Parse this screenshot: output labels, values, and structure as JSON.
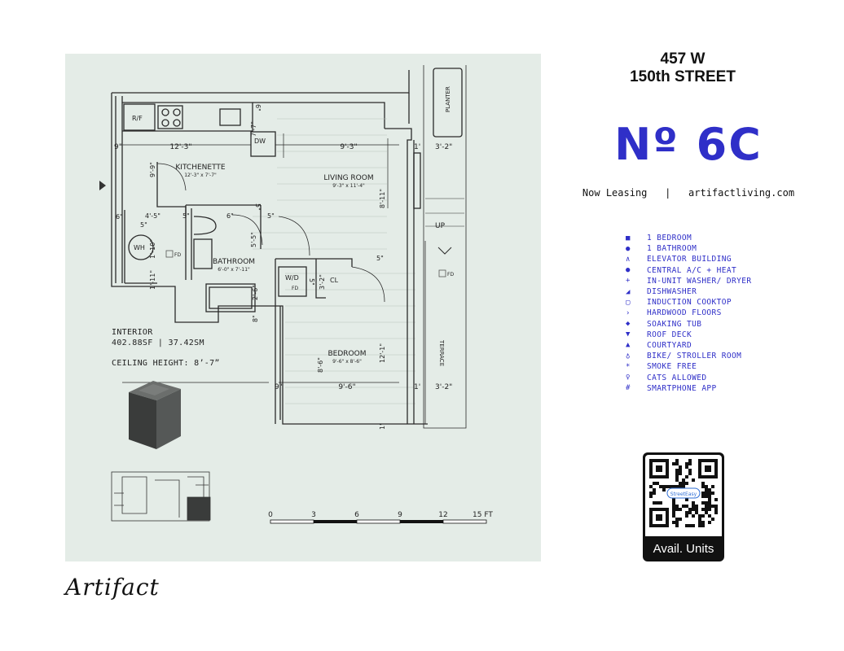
{
  "address": {
    "line1": "457 W",
    "line2": "150th STREET"
  },
  "unit": "Nº 6C",
  "leasing": {
    "status": "Now Leasing",
    "separator": "|",
    "website": "artifactliving.com"
  },
  "amenities": [
    {
      "icon": "square-icon",
      "glyph": "■",
      "label": "1 BEDROOM"
    },
    {
      "icon": "drop-icon",
      "glyph": "●",
      "label": "1 BATHROOM"
    },
    {
      "icon": "caret-up-icon",
      "glyph": "∧",
      "label": "ELEVATOR BUILDING"
    },
    {
      "icon": "circle-icon",
      "glyph": "●",
      "label": "CENTRAL A/C + HEAT"
    },
    {
      "icon": "plus-icon",
      "glyph": "+",
      "label": "IN-UNIT WASHER/ DRYER"
    },
    {
      "icon": "wedge-icon",
      "glyph": "◢",
      "label": "DISHWASHER"
    },
    {
      "icon": "hollow-square-icon",
      "glyph": "▢",
      "label": "INDUCTION COOKTOP"
    },
    {
      "icon": "chevron-right-icon",
      "glyph": "›",
      "label": "HARDWOOD FLOORS"
    },
    {
      "icon": "diamond-icon",
      "glyph": "◆",
      "label": "SOAKING TUB"
    },
    {
      "icon": "trapezoid-icon",
      "glyph": "▼",
      "label": "ROOF DECK"
    },
    {
      "icon": "triangle-icon",
      "glyph": "▲",
      "label": "COURTYARD"
    },
    {
      "icon": "bike-icon",
      "glyph": "♁",
      "label": "BIKE/ STROLLER ROOM"
    },
    {
      "icon": "asterisk-icon",
      "glyph": "*",
      "label": "SMOKE FREE"
    },
    {
      "icon": "cat-icon",
      "glyph": "♀",
      "label": "CATS ALLOWED"
    },
    {
      "icon": "hash-icon",
      "glyph": "#",
      "label": "SMARTPHONE APP"
    }
  ],
  "interior": {
    "label": "INTERIOR",
    "area": "402.88SF | 37.42SM",
    "ceiling": "CEILING HEIGHT: 8’-7”"
  },
  "brand": "Artifact",
  "qr": {
    "caption": "Avail. Units",
    "badge": "StreetEasy"
  },
  "plan": {
    "rooms": {
      "kitchenette": {
        "name": "KITCHENETTE",
        "size": "12'-3\" x 7'-7\""
      },
      "living": {
        "name": "LIVING ROOM",
        "size": "9'-3\" x 11'-4\""
      },
      "bathroom": {
        "name": "BATHROOM",
        "size": "6'-0\" x 7'-11\""
      },
      "bedroom": {
        "name": "BEDROOM",
        "size": "9'-6\" x 8'-6\""
      }
    },
    "labels": {
      "rf": "R/F",
      "dw": "DW",
      "wh": "WH",
      "wd": "W/D",
      "cl": "CL",
      "up": "UP",
      "planter": "PLANTER",
      "terrace": "TERRACE",
      "fd": "FD"
    },
    "dims": {
      "d_12_3": "12'-3\"",
      "d_9_3": "9'-3\"",
      "d_9_9": "9'-9\"",
      "d_7_7": "7'-7\"",
      "d_6_top": "6\"",
      "d_9in_top": "9\"",
      "d_1ft_top": "1'",
      "d_3_2_top": "3'-2\"",
      "d_6_left": "6\"",
      "d_4_5": "4'-5\"",
      "d_5in_a": "5\"",
      "d_5in_b": "5\"",
      "d_6_bath": "6\"",
      "d_5in_c": "5\"",
      "d_5in_d": "5\"",
      "d_5_5": "5'-5\"",
      "d_8_11": "8'-11\"",
      "d_1_10": "1'-10\"",
      "d_1_11": "1'-11\"",
      "d_2_6": "2'-6\"",
      "d_3_2_cl": "3'-2\"",
      "d_5in_e": "5\"",
      "d_8in": "8\"",
      "d_5in_f": "5\"",
      "d_12_1": "12'-1\"",
      "d_8_6": "8'-6\"",
      "d_9in_bot": "9\"",
      "d_9_6": "9'-6\"",
      "d_1ft_bot": "1'",
      "d_3_2_bot": "3'-2\"",
      "d_1ft_end": "1'"
    },
    "scale": {
      "t0": "0",
      "t3": "3",
      "t6": "6",
      "t9": "9",
      "t12": "12",
      "t15": "15 FT"
    }
  },
  "colors": {
    "accent": "#2f2fc8",
    "panel": "#e4ece7",
    "ink": "#222222"
  }
}
